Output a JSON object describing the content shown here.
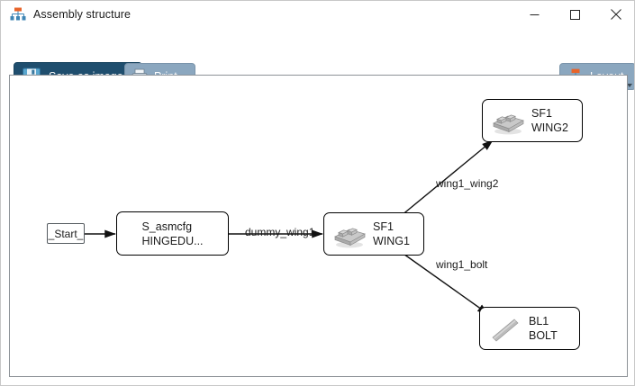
{
  "window": {
    "title": "Assembly structure",
    "title_icon": "hierarchy-icon",
    "controls": {
      "minimize": "minimize-icon",
      "maximize": "maximize-icon",
      "close": "close-icon"
    }
  },
  "toolbar": {
    "save_label": "Save as image...",
    "save_icon": "floppy-disk-icon",
    "print_label": "Print...",
    "print_icon": "printer-icon",
    "layout_label": "Layout",
    "layout_icon": "hierarchy-icon",
    "layout_caret": "chevron-down-icon"
  },
  "graph": {
    "nodes": [
      {
        "id": "start",
        "label": "_Start_",
        "line1": "_Start_",
        "line2": "",
        "icon": "none"
      },
      {
        "id": "asmcfg",
        "label": "S_asmcfg",
        "line1": "S_asmcfg",
        "line2": "HINGEDU...",
        "icon": "none"
      },
      {
        "id": "wing1",
        "label": "WING1",
        "line1": "SF1",
        "line2": "WING1",
        "icon": "part-icon"
      },
      {
        "id": "wing2",
        "label": "WING2",
        "line1": "SF1",
        "line2": "WING2",
        "icon": "part-icon"
      },
      {
        "id": "bolt",
        "label": "BOLT",
        "line1": "BL1",
        "line2": "BOLT",
        "icon": "bolt-icon"
      }
    ],
    "edges": [
      {
        "from": "start",
        "to": "asmcfg",
        "label": ""
      },
      {
        "from": "asmcfg",
        "to": "wing1",
        "label": "dummy_wing1"
      },
      {
        "from": "wing1",
        "to": "wing2",
        "label": "wing1_wing2"
      },
      {
        "from": "wing1",
        "to": "bolt",
        "label": "wing1_bolt"
      }
    ]
  },
  "colors": {
    "save_button": "#1f4e6e",
    "print_button": "#8ba7bf",
    "layout_button": "#8ba7bf",
    "canvas_border": "#8d9297",
    "node_border": "#000000",
    "icon_orange": "#e8642a",
    "icon_blue": "#3f86b5"
  }
}
